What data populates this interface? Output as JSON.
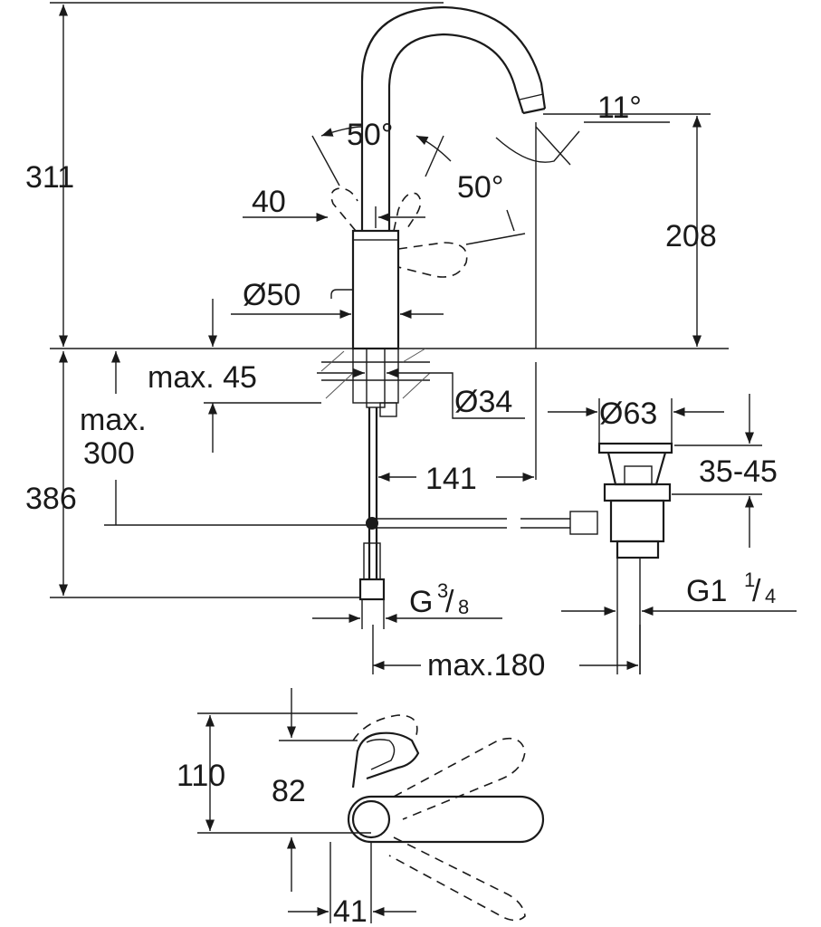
{
  "dimensions": {
    "total_height": "311",
    "spout_height": "208",
    "spout_angle": "11°",
    "swivel_left": "50°",
    "swivel_right": "50°",
    "handle_offset": "40",
    "body_diameter": "Ø50",
    "deck_thickness": "max. 45",
    "shank_diameter": "Ø34",
    "waste_diameter": "Ø63",
    "waste_range": "35-45",
    "supply_length_a": "max.",
    "supply_length_b": "300",
    "below_deck": "386",
    "spout_reach": "141",
    "connection_small": "G",
    "connection_small_num": "3",
    "connection_small_den": "8",
    "connection_large": "G1",
    "connection_large_num": "1",
    "connection_large_den": "4",
    "waste_offset": "max.180",
    "handle_height_total": "110",
    "handle_height": "82",
    "handle_depth": "41"
  }
}
